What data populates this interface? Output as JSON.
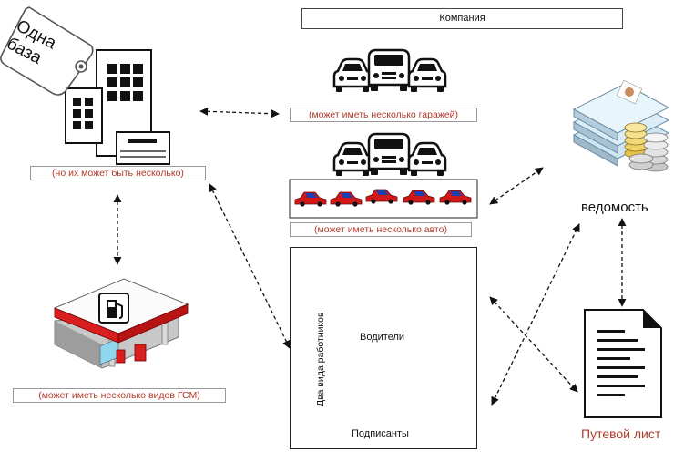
{
  "company": {
    "title": "Компания"
  },
  "base": {
    "tag_line1": "Одна",
    "tag_line2": "база",
    "note": "(но их может быть несколько)"
  },
  "garages": {
    "note": "(может иметь несколько гаражей)"
  },
  "cars": {
    "note": "(может иметь несколько авто)"
  },
  "fuel": {
    "note": "(может иметь несколько видов ГСМ)"
  },
  "staff": {
    "title": "Два вида работников",
    "drivers": "Водители",
    "signers": "Подписанты"
  },
  "statement": {
    "label": "ведомость"
  },
  "waybill": {
    "label": "Путевой лист"
  },
  "colors": {
    "note_text": "#b23a2a",
    "station_red": "#d81e1e",
    "car_red": "#d01818",
    "car_blue": "#1b3fb0"
  }
}
